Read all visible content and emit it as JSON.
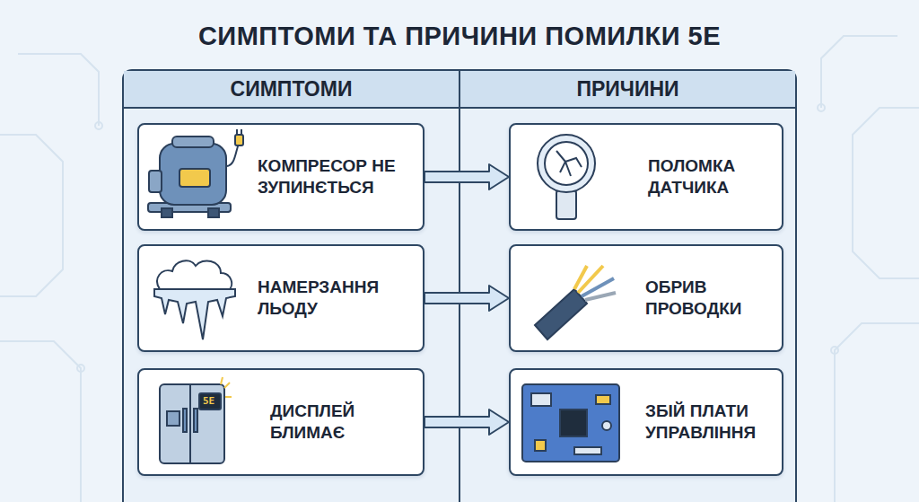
{
  "diagram": {
    "title": "СИМПТОМИ ТА ПРИЧИНИ ПОМИЛКИ 5Е",
    "nodes": [
      {
        "text": [
          "СИМПТОМИ"
        ]
      },
      {
        "text": [
          "ПРИЧИНИ"
        ]
      },
      {
        "text": [
          "КОМПРЕСОР НЕ ЗУПИНЄТЬСЯ"
        ]
      },
      {
        "text": [
          "ПОЛОМКА ДАТЧИКА"
        ]
      },
      {
        "text": [
          "НАМЕРЗАННЯ ЛЬОДУ"
        ]
      },
      {
        "text": [
          "ОБРИВ ПРОВОДКИ"
        ]
      },
      {
        "text": [
          "ДИСПЛЕЙ БЛИМАЄ"
        ]
      },
      {
        "text": [
          "ЗБІЙ ПЛАТИ УПРАВЛІННЯ"
        ]
      }
    ],
    "edges": [
      {
        "from": 2,
        "to": 3,
        "arrow": "to"
      },
      {
        "from": 4,
        "to": 5,
        "arrow": "to"
      },
      {
        "from": 6,
        "to": 7,
        "arrow": "to"
      }
    ],
    "labels": [
      "5E"
    ]
  }
}
